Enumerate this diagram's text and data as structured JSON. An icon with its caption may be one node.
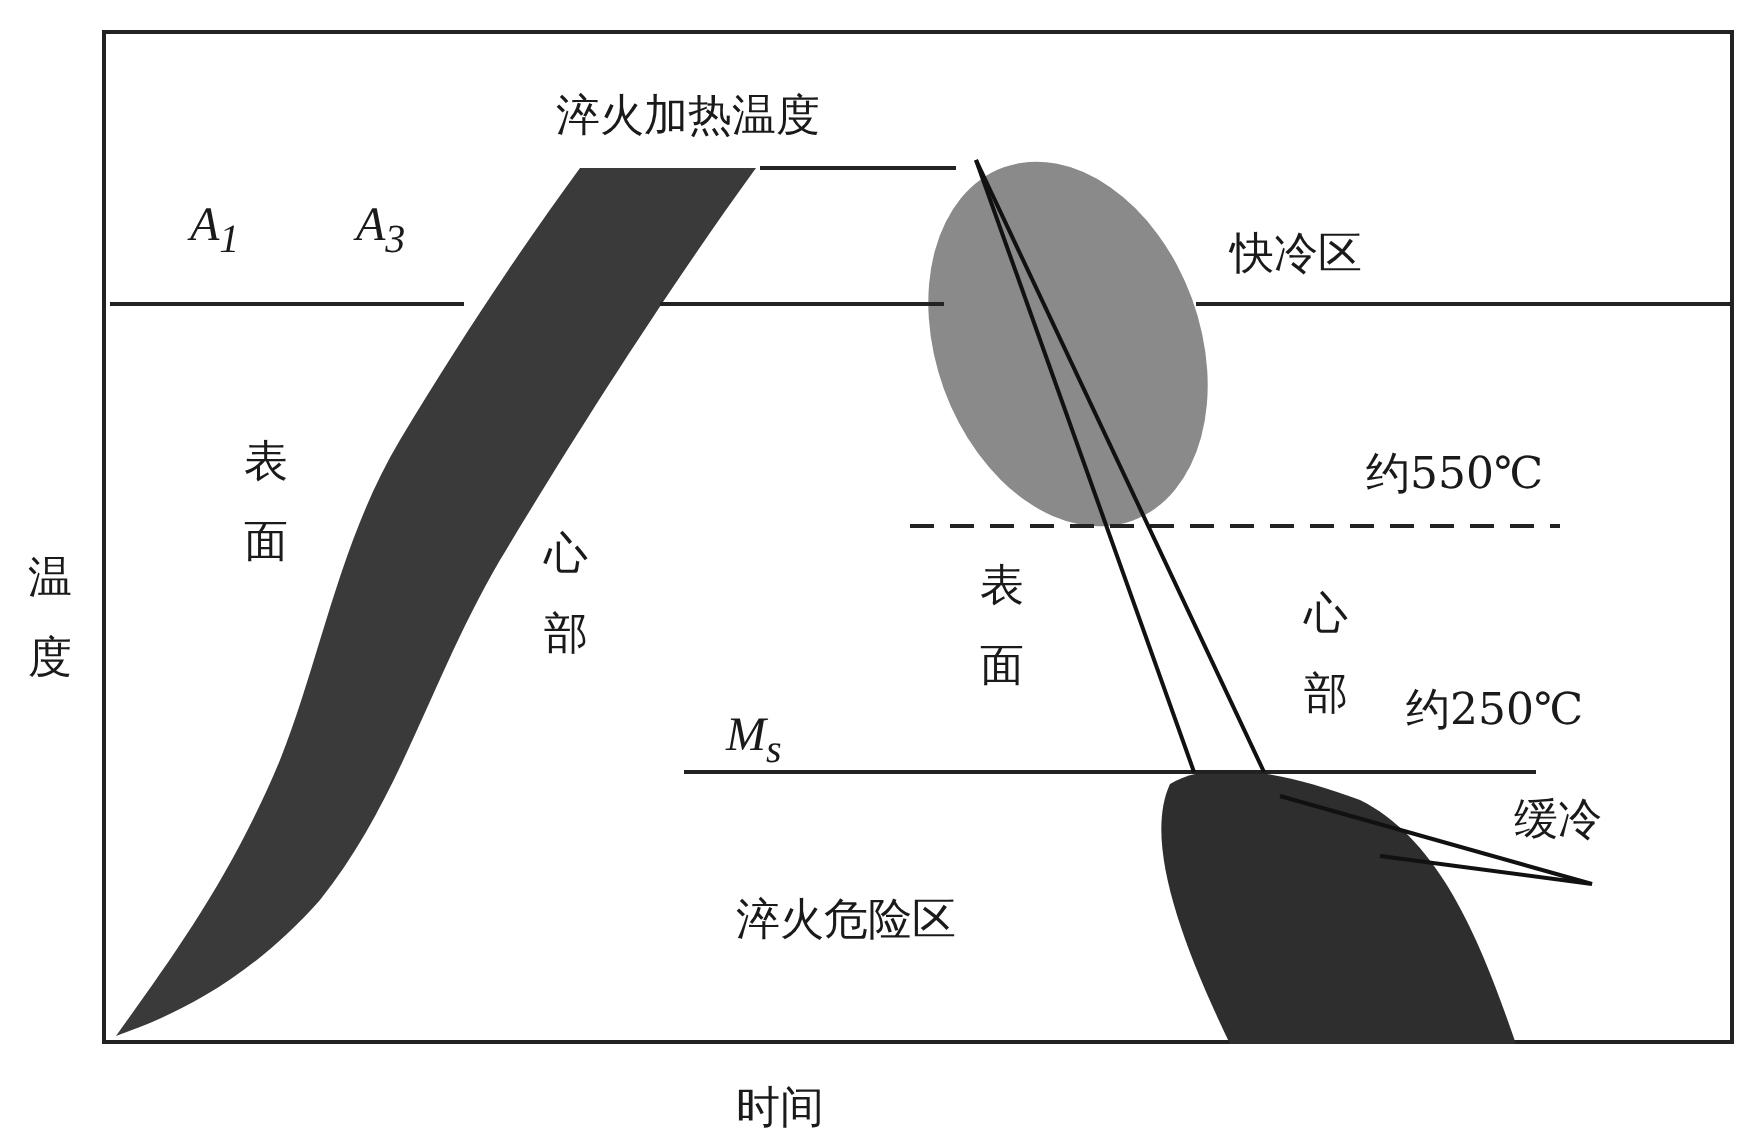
{
  "diagram": {
    "labels": [
      "淬火加热温度",
      "A$_{1}$",
      "A$_{3}$",
      "快冷区",
      "表面",
      "心部",
      "约550℃",
      "表面",
      "心部",
      "M$_{s}$",
      "约250℃",
      "缓冷",
      "淬火危险区",
      "温度",
      "时间"
    ]
  }
}
